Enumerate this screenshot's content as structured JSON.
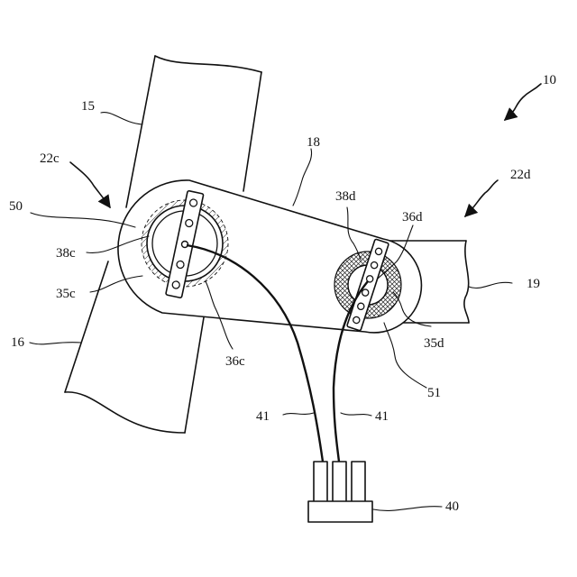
{
  "figure": {
    "labels": {
      "assembly": "10",
      "upper_tube": "15",
      "lower_tube": "16",
      "link_plate": "18",
      "side_tube": "19",
      "joint_c": "22c",
      "joint_d": "22d",
      "coil_c": "35c",
      "coil_d": "35d",
      "center_c": "36c",
      "center_d": "36d",
      "ring_c": "38c",
      "ring_d": "38d",
      "connector": "40",
      "wire_left": "41",
      "wire_right": "41",
      "sensor_c": "50",
      "sensor_d": "51"
    }
  }
}
